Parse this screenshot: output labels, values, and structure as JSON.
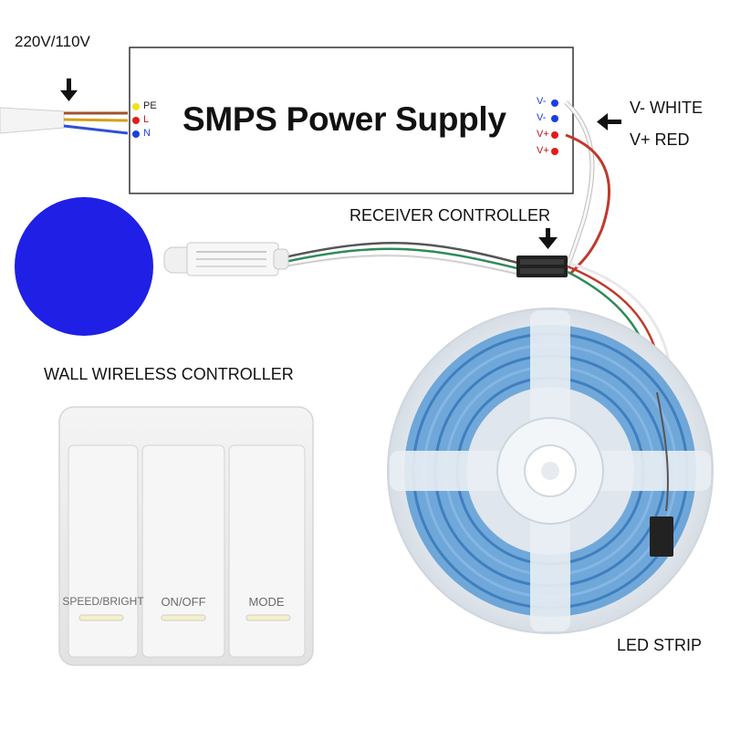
{
  "input": {
    "label": "220V/110V"
  },
  "power_supply": {
    "title": "SMPS Power Supply",
    "input_terminals": [
      {
        "label": "PE",
        "color": "#f2e21c"
      },
      {
        "label": "L",
        "color": "#e21b1b"
      },
      {
        "label": "N",
        "color": "#1a3fe0"
      }
    ],
    "output_terminals": [
      {
        "label": "V-",
        "color": "#1a3fe0"
      },
      {
        "label": "V-",
        "color": "#1a3fe0"
      },
      {
        "label": "V+",
        "color": "#e21b1b"
      },
      {
        "label": "V+",
        "color": "#e21b1b"
      }
    ]
  },
  "output_labels": {
    "negative": "V- WHITE",
    "positive": "V+ RED"
  },
  "receiver": {
    "label": "RECEIVER CONTROLLER"
  },
  "wall_controller": {
    "label": "WALL WIRELESS CONTROLLER",
    "buttons": [
      {
        "label": "SPEED/BRIGHT"
      },
      {
        "label": "ON/OFF"
      },
      {
        "label": "MODE"
      }
    ]
  },
  "led_strip": {
    "label": "LED STRIP"
  },
  "colors": {
    "light_preview": "#1f1fe6",
    "wire_white": "#f2f2f2",
    "wire_red": "#c0392b",
    "wire_green": "#2e8b57",
    "led_blue": "#5b9bd5"
  }
}
